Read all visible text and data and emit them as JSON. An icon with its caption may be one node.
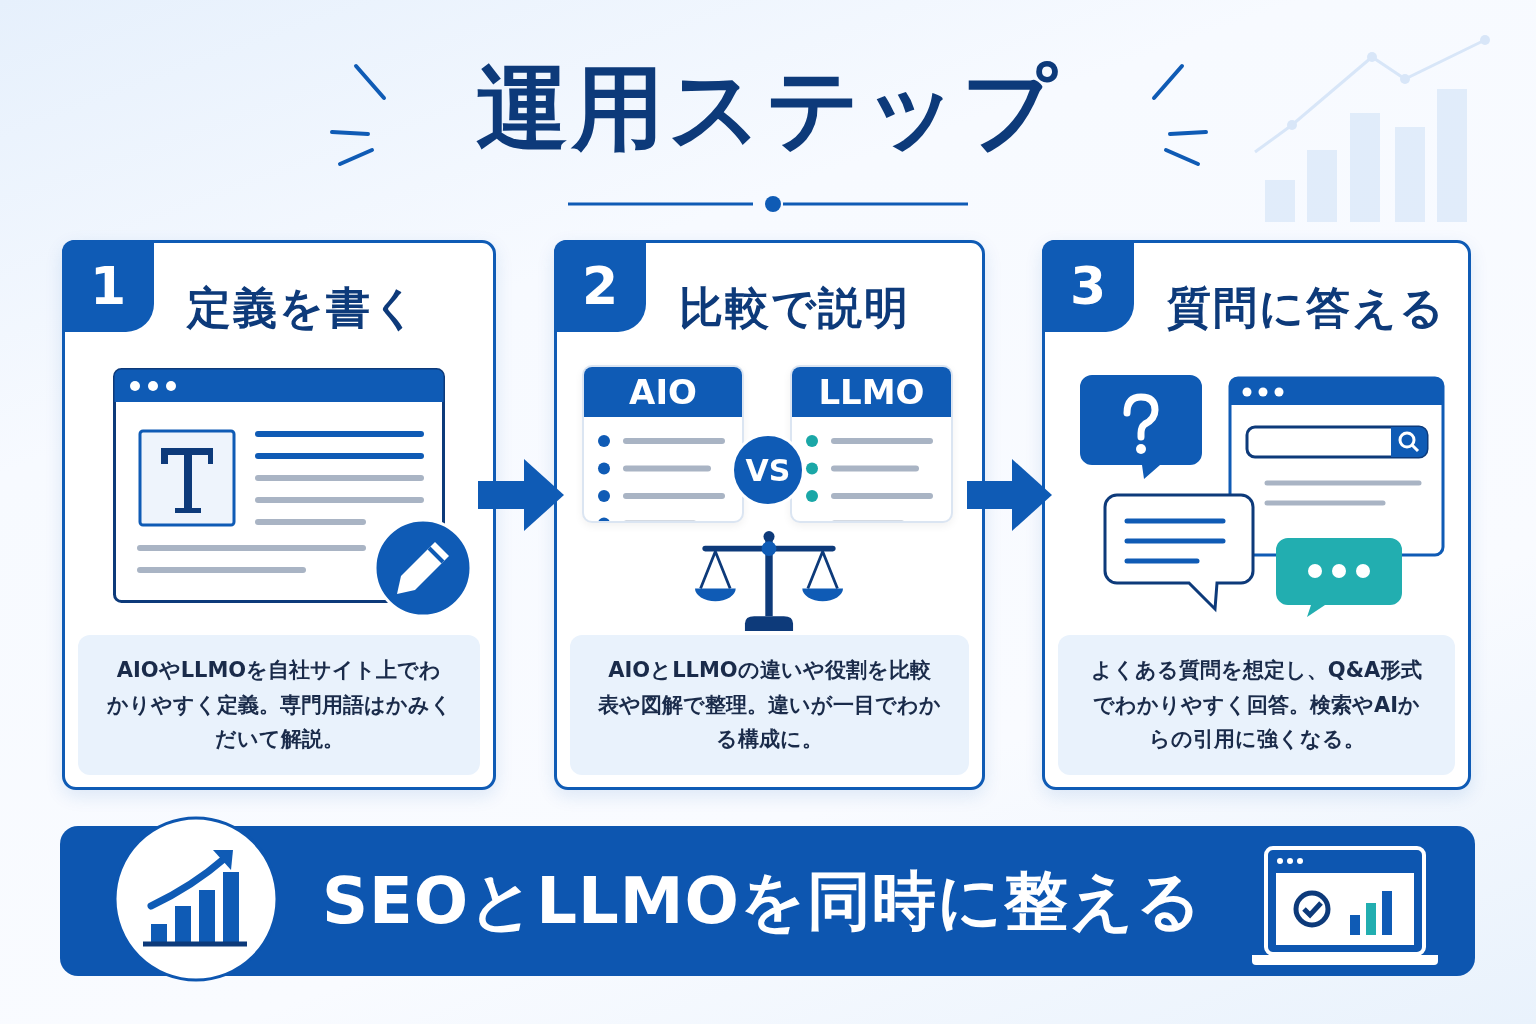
{
  "diagram": {
    "title": "運用ステップ",
    "nodes": [
      {
        "text": [
          "1",
          "定義を書く"
        ]
      },
      {
        "text": [
          "AIOやLLMOを自社サイト上でわかりやすく定義。専門用語はかみくだいて解説。"
        ],
        "in": 0
      },
      {
        "text": [
          "2",
          "比較で説明"
        ]
      },
      {
        "text": [
          "AIO"
        ],
        "in": 2
      },
      {
        "text": [
          "LLMO"
        ],
        "in": 2
      },
      {
        "text": [
          "VS"
        ],
        "in": 2
      },
      {
        "text": [
          "AIOとLLMOの違いや役割を比較表や図解で整理。違いが一目でわかる構成に。"
        ],
        "in": 2
      },
      {
        "text": [
          "3",
          "質問に答える"
        ]
      },
      {
        "text": [
          "よくある質問を想定し、Q&A形式でわかりやすく回答。検索やAIからの引用に強くなる。"
        ],
        "in": 7
      },
      {
        "text": [
          "SEOとLLMOを同時に整える"
        ]
      }
    ],
    "edges": [
      {
        "from": 0,
        "to": 2,
        "arrow": "to"
      },
      {
        "from": 2,
        "to": 7,
        "arrow": "to"
      }
    ]
  }
}
